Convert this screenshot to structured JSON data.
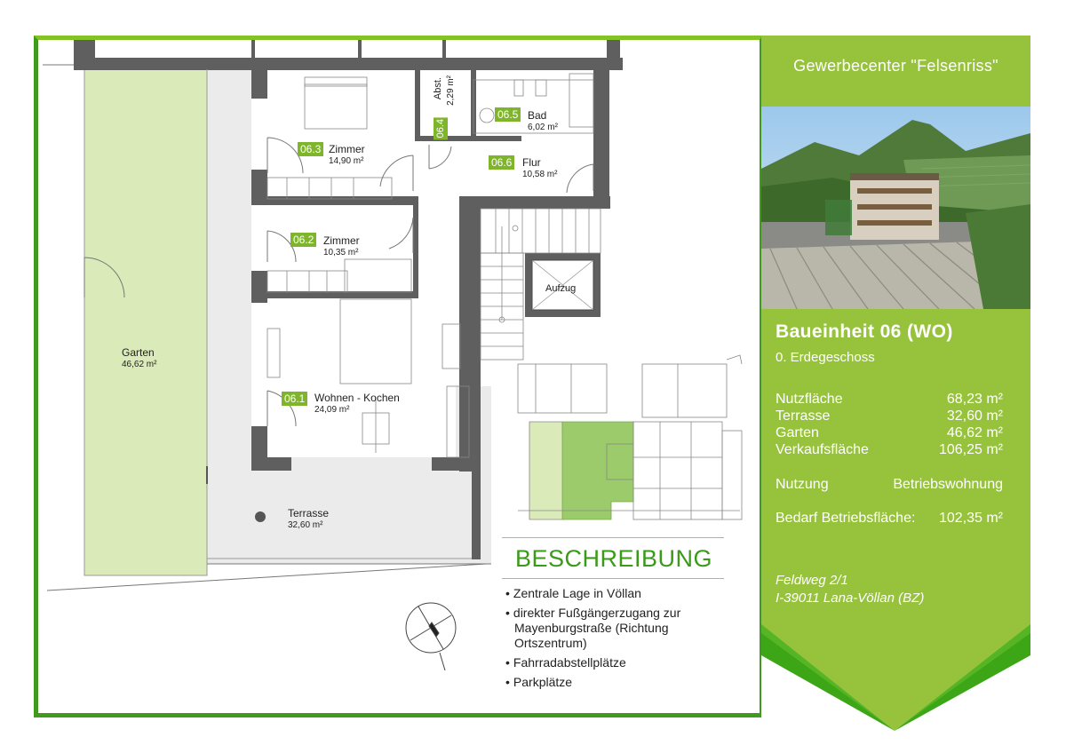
{
  "plan": {
    "rooms": [
      {
        "id": "06.3",
        "name": "Zimmer",
        "area": "14,90 m²"
      },
      {
        "id": "06.2",
        "name": "Zimmer",
        "area": "10,35 m²"
      },
      {
        "id": "06.1",
        "name": "Wohnen - Kochen",
        "area": "24,09 m²"
      },
      {
        "id": "06.5",
        "name": "Bad",
        "area": "6,02 m²"
      },
      {
        "id": "06.6",
        "name": "Flur",
        "area": "10,58 m²"
      },
      {
        "id": "06.4",
        "name": "Abst.",
        "area": "2,29 m²"
      }
    ],
    "garden": {
      "name": "Garten",
      "area": "46,62 m²"
    },
    "terrace": {
      "name": "Terrasse",
      "area": "32,60 m²"
    },
    "elevator": "Aufzug"
  },
  "description": {
    "title": "BESCHREIBUNG",
    "items": [
      "Zentrale Lage in Völlan",
      "direkter Fußgängerzugang zur Mayenburgstraße (Richtung Ortszentrum)",
      "Fahrradabstellplätze",
      "Parkplätze"
    ]
  },
  "panel": {
    "title": "Gewerbecenter \"Felsenriss\"",
    "unit": "Baueinheit 06 (WO)",
    "floor": "0. Erdegeschoss",
    "stats": [
      {
        "label": "Nutzfläche",
        "value": "68,23 m²"
      },
      {
        "label": "Terrasse",
        "value": "32,60 m²"
      },
      {
        "label": "Garten",
        "value": "46,62 m²"
      },
      {
        "label": "Verkaufsfläche",
        "value": "106,25 m²"
      }
    ],
    "usage_label": "Nutzung",
    "usage_value": "Betriebswohnung",
    "need_label": "Bedarf Betriebsfläche:",
    "need_value": "102,35 m²",
    "address_line1": "Feldweg 2/1",
    "address_line2": "I-39011 Lana-Völlan (BZ)"
  },
  "colors": {
    "accent": "#97c33c",
    "dark_green": "#3f9a1e",
    "wall": "#5a5a5a",
    "garden_fill": "#dbeab9"
  }
}
